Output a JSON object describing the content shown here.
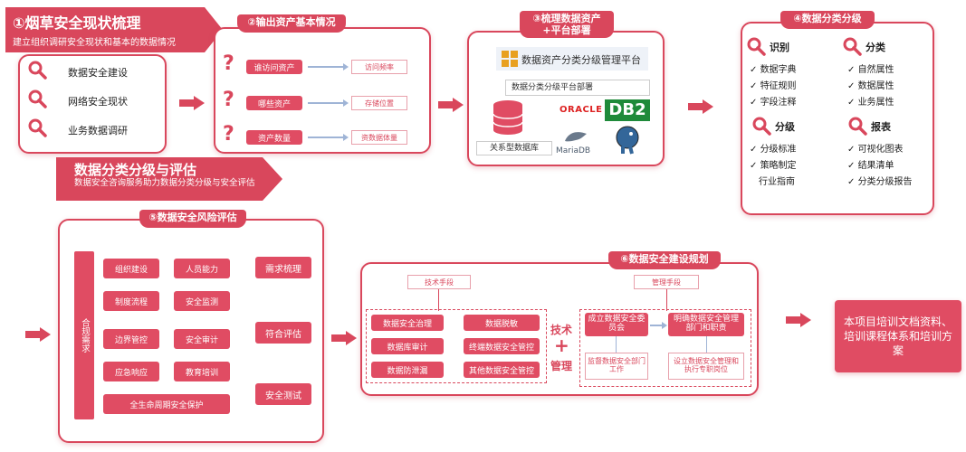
{
  "banner1": {
    "title": "①烟草安全现状梳理",
    "subtitle": "建立组织调研安全现状和基本的数据情况"
  },
  "step1": {
    "items": [
      "数据安全建设",
      "网络安全现状",
      "业务数据调研"
    ]
  },
  "step2": {
    "tab": "②输出资产基本情况",
    "rows": [
      {
        "left": "谁访问资产",
        "right": "访问频率"
      },
      {
        "left": "哪些资产",
        "right": "存储位置"
      },
      {
        "left": "资产数量",
        "right": "资数据体量"
      }
    ]
  },
  "step3": {
    "tab": "③梳理数据资产\n+平台部署",
    "platform_title": "数据资产分类分级管理平台",
    "deploy_label": "数据分类分级平台部署",
    "db_label": "关系型数据库",
    "logos": {
      "oracle": "ORACLE",
      "db2": "DB2",
      "mariadb": "MariaDB"
    }
  },
  "step4": {
    "tab": "④数据分类分级",
    "groups": [
      {
        "title": "识别",
        "items": [
          "数据字典",
          "特征规则",
          "字段注释"
        ]
      },
      {
        "title": "分类",
        "items": [
          "自然属性",
          "数据属性",
          "业务属性"
        ]
      },
      {
        "title": "分级",
        "items": [
          "分级标准",
          "策略制定",
          "行业指南"
        ]
      },
      {
        "title": "报表",
        "items": [
          "可视化图表",
          "结果清单",
          "分类分级报告"
        ]
      }
    ]
  },
  "banner2": {
    "title": "数据分类分级与评估",
    "subtitle": "数据安全咨询服务助力数据分类分级与安全评估"
  },
  "step5": {
    "tab": "⑤数据安全风险评估",
    "side": "合规需求",
    "grid": [
      "组织建设",
      "人员能力",
      "制度流程",
      "安全监测",
      "边界管控",
      "安全审计",
      "应急响应",
      "教育培训"
    ],
    "bottom": "全生命周期安全保护",
    "right": [
      "需求梳理",
      "符合评估",
      "安全测试"
    ]
  },
  "step6": {
    "tab": "⑥数据安全建设规划",
    "tech_label": "技术手段",
    "mgmt_label": "管理手段",
    "tech_items": [
      "数据安全治理",
      "数据脱敏",
      "数据库审计",
      "终端数据安全管控",
      "数据防泄漏",
      "其他数据安全管控"
    ],
    "center": {
      "a": "技术",
      "plus": "+",
      "b": "管理"
    },
    "mgmt_items": [
      "成立数据安全委员会",
      "明确数据安全管理部门和职责",
      "监督数据安全部门工作",
      "设立数据安全管理和执行专职岗位"
    ]
  },
  "final": {
    "text": "本项目培训文档资料、培训课程体系和培训方案"
  },
  "colors": {
    "accent": "#d9475c"
  }
}
